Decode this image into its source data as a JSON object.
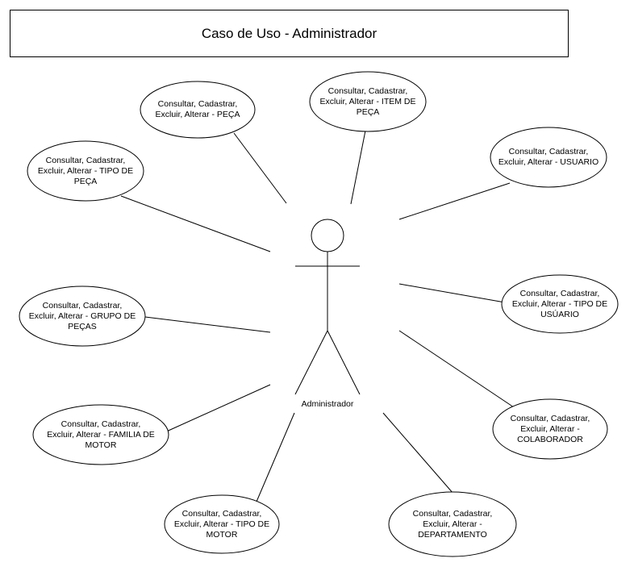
{
  "title": "Caso de Uso - Administrador",
  "actor": {
    "name": "Administrador"
  },
  "use_cases": [
    {
      "id": "peca",
      "label": "Consultar, Cadastrar,\nExcluir, Alterar - PEÇA"
    },
    {
      "id": "item_peca",
      "label": "Consultar, Cadastrar,\nExcluir, Alterar - ITEM DE\nPEÇA"
    },
    {
      "id": "usuario",
      "label": "Consultar, Cadastrar,\nExcluir, Alterar - USUARIO"
    },
    {
      "id": "tipo_peca",
      "label": "Consultar, Cadastrar,\nExcluir, Alterar - TIPO DE\nPEÇA"
    },
    {
      "id": "tipo_usuario",
      "label": "Consultar, Cadastrar,\nExcluir, Alterar - TIPO DE\nUSÚARIO"
    },
    {
      "id": "grupo_pecas",
      "label": "Consultar, Cadastrar,\nExcluir, Alterar - GRUPO DE\nPEÇAS"
    },
    {
      "id": "colaborador",
      "label": "Consultar, Cadastrar,\nExcluir, Alterar -\nCOLABORADOR"
    },
    {
      "id": "familia_motor",
      "label": "Consultar, Cadastrar,\nExcluir, Alterar - FAMILIA DE\nMOTOR"
    },
    {
      "id": "tipo_motor",
      "label": "Consultar, Cadastrar,\nExcluir, Alterar - TIPO DE\nMOTOR"
    },
    {
      "id": "departamento",
      "label": "Consultar, Cadastrar,\nExcluir, Alterar -\nDEPARTAMENTO"
    }
  ]
}
